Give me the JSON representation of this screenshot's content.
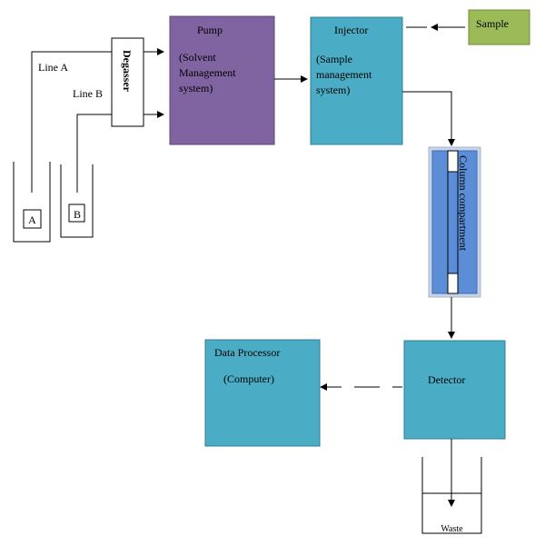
{
  "pump": {
    "title": "Pump",
    "line1": "(Solvent",
    "line2": "Management",
    "line3": "system)"
  },
  "injector": {
    "title": "Injector",
    "line1": "(Sample",
    "line2": "management",
    "line3": "system)"
  },
  "sample": {
    "label": "Sample"
  },
  "degasser": {
    "label": "Degasser"
  },
  "lines": {
    "a": "Line A",
    "b": "Line B"
  },
  "reservoirs": {
    "a": "A",
    "b": "B"
  },
  "column": {
    "label": "Column compartment"
  },
  "detector": {
    "label": "Detector"
  },
  "data_processor": {
    "line1": "Data Processor",
    "line2": "(Computer)"
  },
  "waste": {
    "label": "Waste"
  },
  "colors": {
    "pump_fill": "#8064a2",
    "teal_fill": "#4bacc6",
    "sample_fill": "#9bbb59",
    "column_fill": "#5b8ed6",
    "column_halo": "#c6d4ea"
  }
}
